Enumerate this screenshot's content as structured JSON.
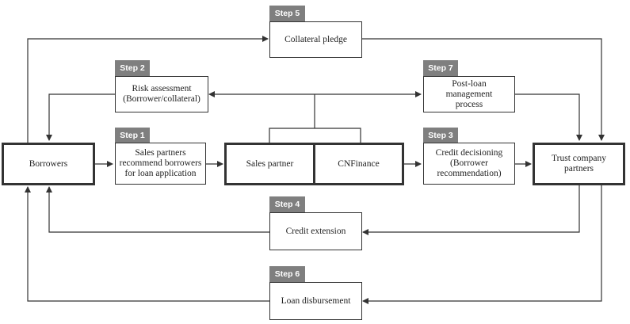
{
  "nodes": {
    "borrowers": "Borrowers",
    "sales_partners_recommend": "Sales partners\nrecommend borrowers\nfor loan application",
    "sales_partner": "Sales partner",
    "cnfinance": "CNFinance",
    "credit_decisioning": "Credit decisioning\n(Borrower\nrecommendation)",
    "trust_company_partners": "Trust company\npartners",
    "collateral_pledge": "Collateral pledge",
    "risk_assessment": "Risk assessment\n(Borrower/collateral)",
    "post_loan_management": "Post-loan\nmanagement\nprocess",
    "credit_extension": "Credit extension",
    "loan_disbursement": "Loan disbursement"
  },
  "steps": {
    "step1": "Step 1",
    "step2": "Step 2",
    "step3": "Step 3",
    "step4": "Step 4",
    "step5": "Step 5",
    "step6": "Step 6",
    "step7": "Step 7"
  },
  "colors": {
    "line": "#333333",
    "step_tag": "#7f7f7f"
  }
}
